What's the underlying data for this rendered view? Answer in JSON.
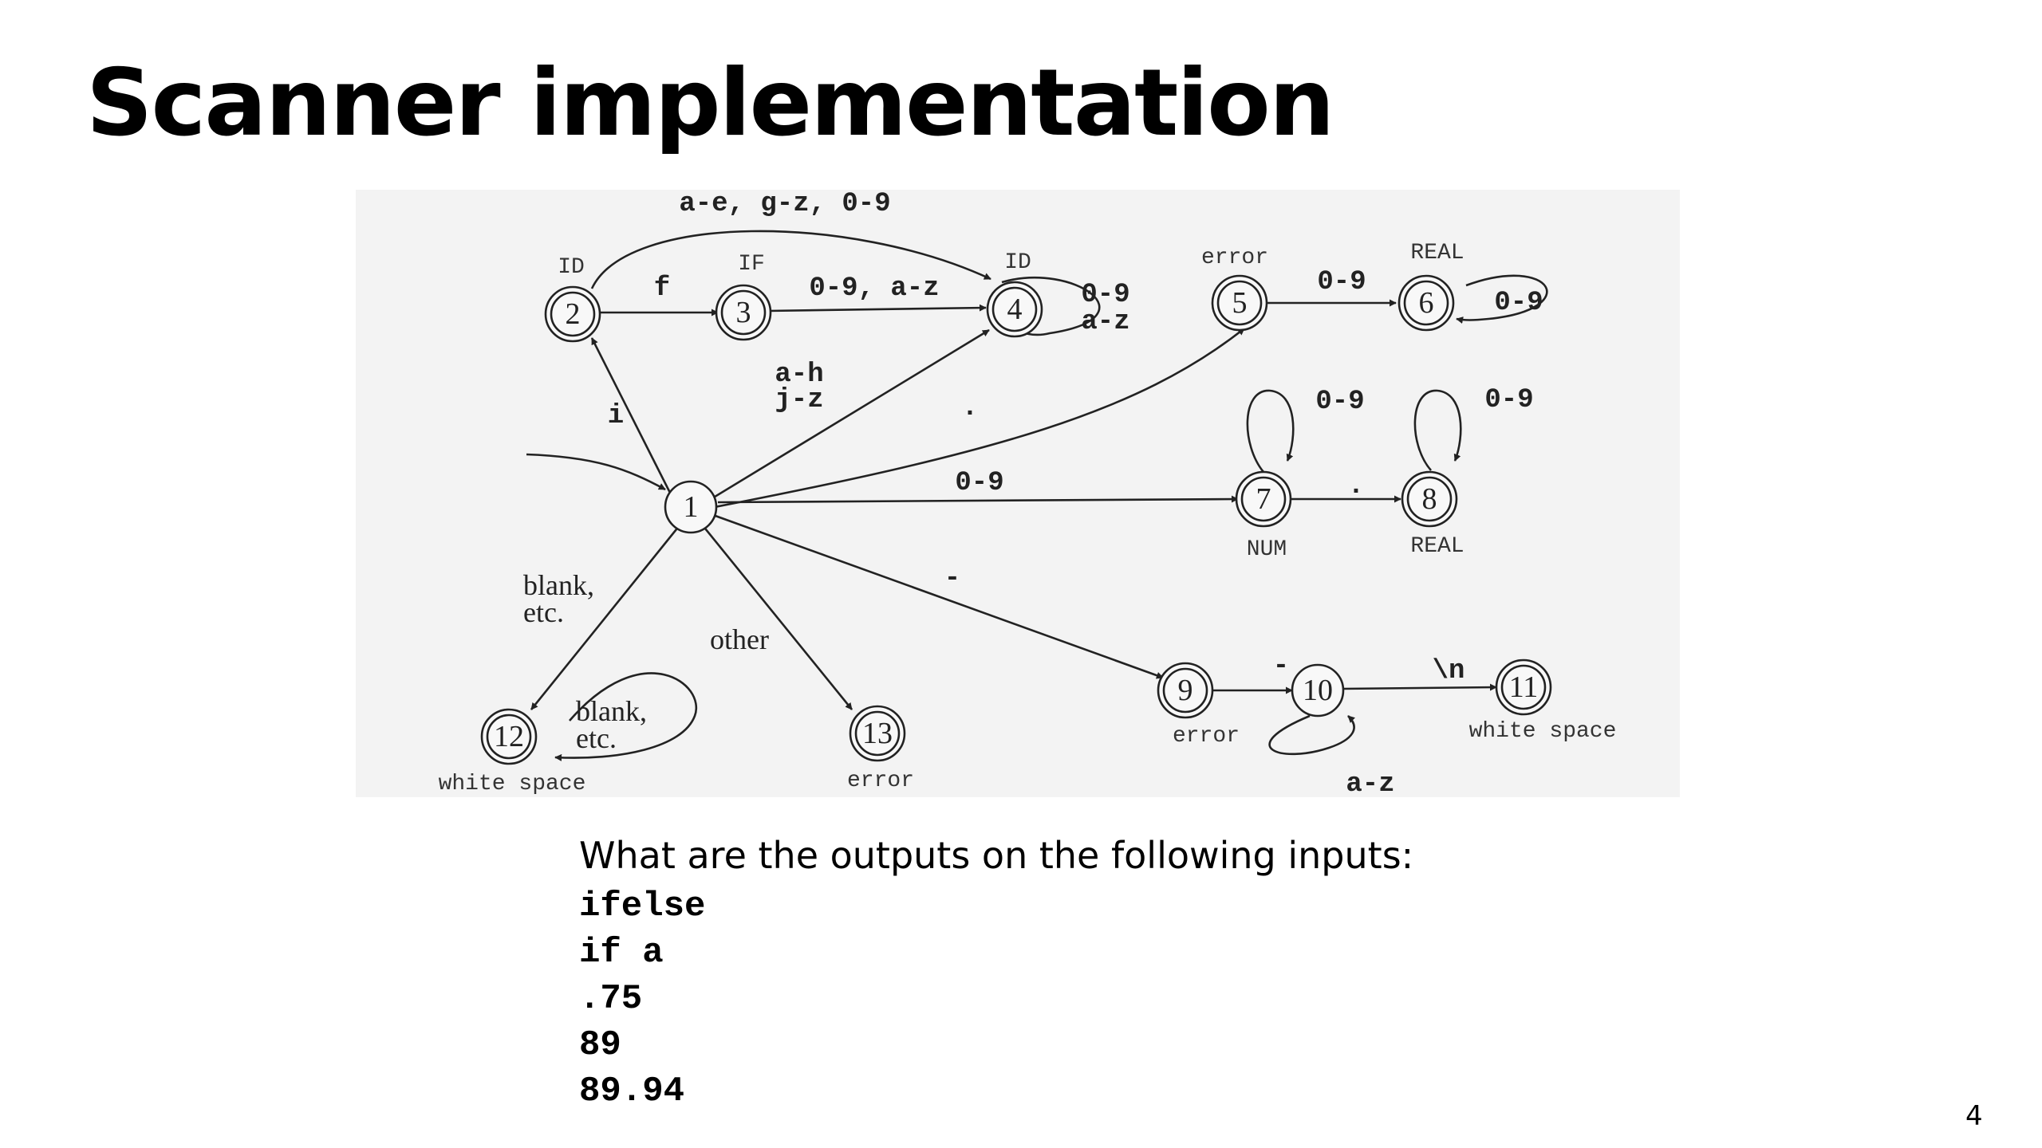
{
  "slide": {
    "title": "Scanner implementation",
    "question": "What are the outputs on the following inputs:",
    "inputs": [
      "ifelse",
      "if a",
      ".75",
      "89",
      "89.94"
    ],
    "page_number": "4"
  },
  "diagram": {
    "states": {
      "s1": "1",
      "s2": "2",
      "s3": "3",
      "s4": "4",
      "s5": "5",
      "s6": "6",
      "s7": "7",
      "s8": "8",
      "s9": "9",
      "s10": "10",
      "s11": "11",
      "s12": "12",
      "s13": "13"
    },
    "tokens": {
      "s2": "ID",
      "s3": "IF",
      "s4": "ID",
      "s5": "error",
      "s6": "REAL",
      "s7": "NUM",
      "s8": "REAL",
      "s9": "error",
      "s11": "white space",
      "s12": "white space",
      "s13": "error"
    },
    "edges": {
      "e_2_4": "a-e, g-z, 0-9",
      "e_2_3": "f",
      "e_3_4": "0-9, a-z",
      "e_4_loop_1": "0-9",
      "e_4_loop_2": "a-z",
      "e_1_2": "i",
      "e_1_4_1": "a-h",
      "e_1_4_2": "j-z",
      "e_1_5": ".",
      "e_5_6": "0-9",
      "e_6_loop": "0-9",
      "e_1_7": "0-9",
      "e_7_loop": "0-9",
      "e_7_8": ".",
      "e_8_loop": "0-9",
      "e_1_9": "-",
      "e_9_10": "-",
      "e_10_11": "\\n",
      "e_10_loop": "a-z",
      "e_1_12_1": "blank,",
      "e_1_12_2": "etc.",
      "e_12_loop_1": "blank,",
      "e_12_loop_2": "etc.",
      "e_1_13": "other"
    }
  }
}
